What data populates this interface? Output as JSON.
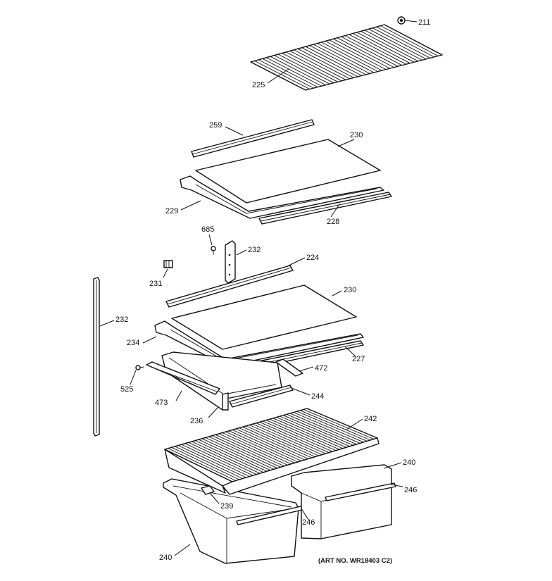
{
  "labels": {
    "l211": "211",
    "l225": "225",
    "l259": "259",
    "l230a": "230",
    "l229": "229",
    "l228": "228",
    "l685": "685",
    "l232a": "232",
    "l224": "224",
    "l231": "231",
    "l230b": "230",
    "l232b": "232",
    "l234": "234",
    "l227": "227",
    "l472": "472",
    "l525": "525",
    "l473": "473",
    "l244": "244",
    "l236": "236",
    "l242": "242",
    "l240a": "240",
    "l246a": "246",
    "l239": "239",
    "l246b": "246",
    "l240b": "240"
  },
  "art_number": "(ART NO. WR18403 C2)"
}
